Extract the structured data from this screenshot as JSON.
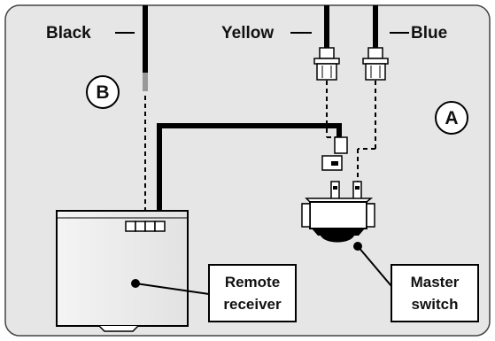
{
  "wire_labels": {
    "black": "Black",
    "yellow": "Yellow",
    "blue": "Blue"
  },
  "markers": {
    "b": "B",
    "a": "A"
  },
  "callouts": {
    "remote_receiver": [
      "Remote",
      "receiver"
    ],
    "master_switch": [
      "Master",
      "switch"
    ]
  },
  "colors": {
    "background_panel": "#e6e6e6",
    "wire": "#000000",
    "wire_tip": "#999999"
  }
}
